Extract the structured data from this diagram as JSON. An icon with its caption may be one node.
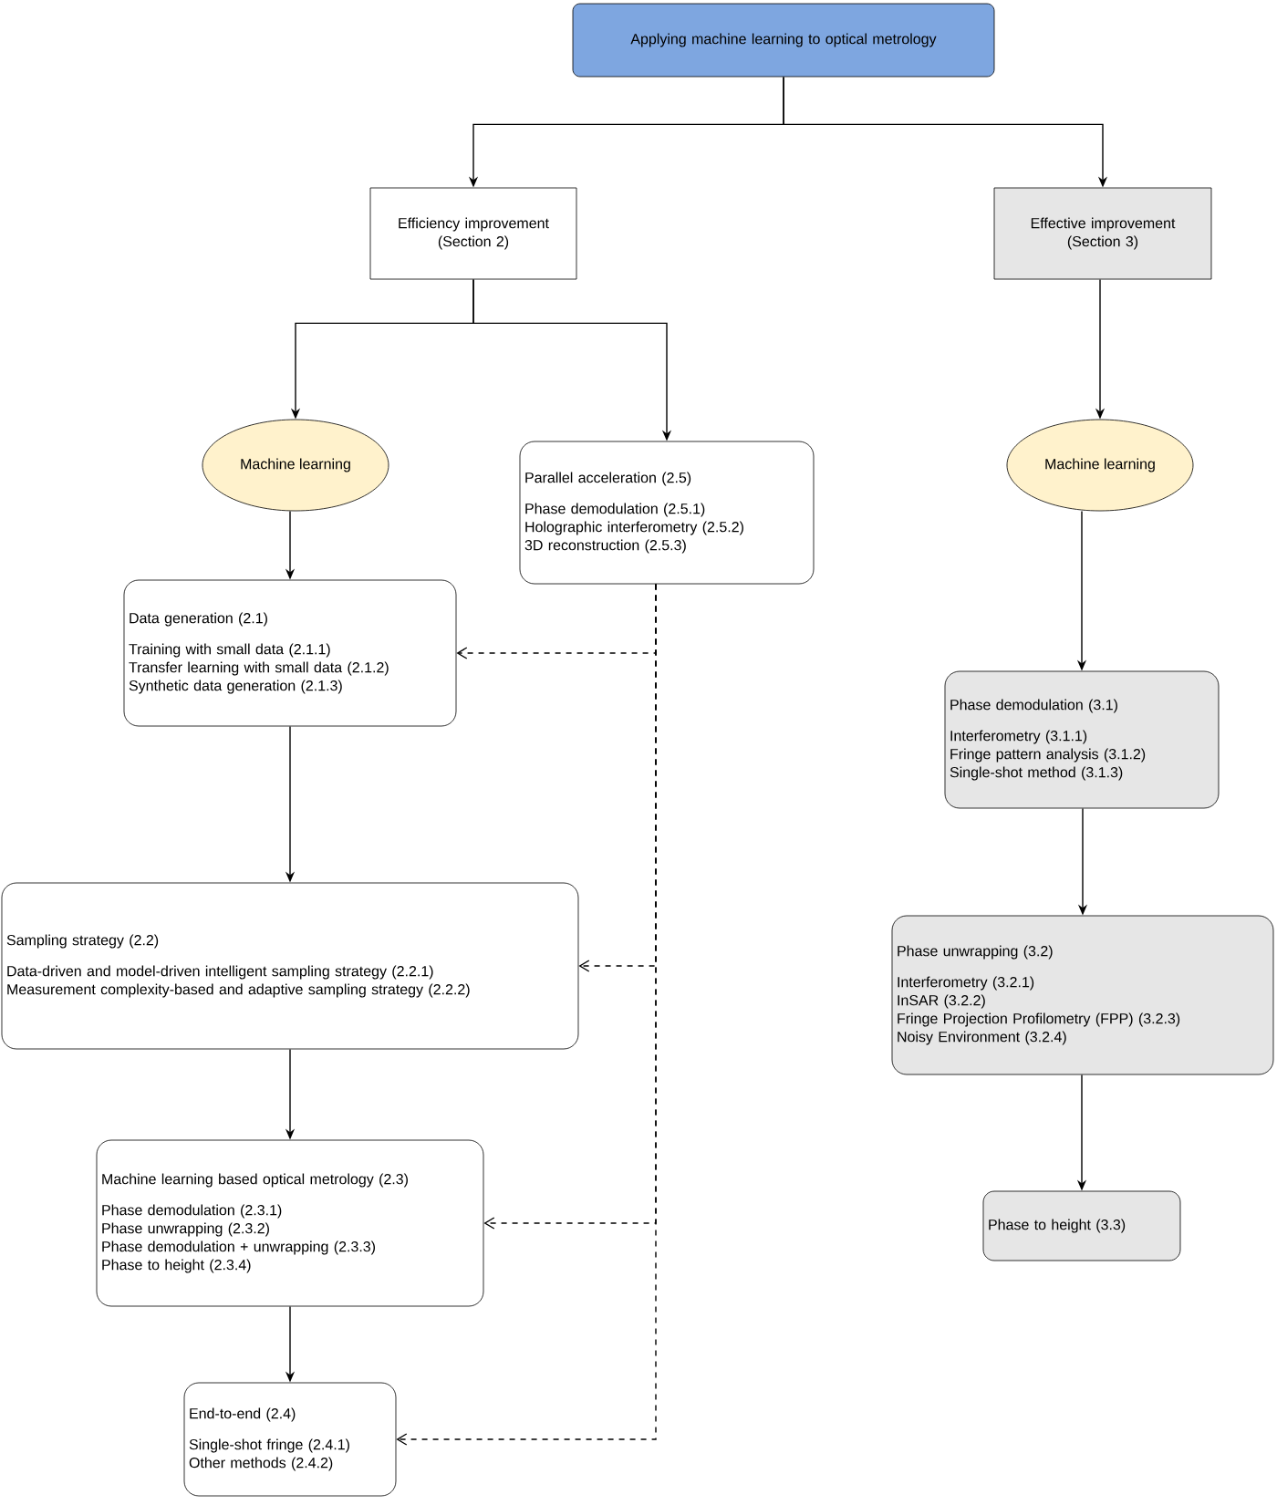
{
  "diagram": {
    "nodes": [
      {
        "text": [
          "Applying machine learning to optical metrology"
        ]
      },
      {
        "text": [
          "Efficiency improvement (Section 2)"
        ]
      },
      {
        "text": [
          "Effective improvement (Section 3)"
        ]
      },
      {
        "text": [
          "Machine learning"
        ]
      },
      {
        "text": [
          "Parallel acceleration (2.5)",
          "Phase demodulation (2.5.1)",
          "Holographic interferometry (2.5.2)",
          "3D reconstruction (2.5.3)"
        ]
      },
      {
        "text": [
          "Machine learning"
        ]
      },
      {
        "text": [
          "Data generation (2.1)",
          "Training with small data (2.1.1)",
          "Transfer learning with small data (2.1.2)",
          "Synthetic data generation (2.1.3)"
        ]
      },
      {
        "text": [
          "Sampling strategy (2.2)",
          "Data-driven and model-driven intelligent sampling strategy (2.2.1)",
          "Measurement complexity-based and adaptive sampling strategy (2.2.2)"
        ]
      },
      {
        "text": [
          "Machine learning based optical metrology (2.3)",
          "Phase demodulation (2.3.1)",
          "Phase unwrapping (2.3.2)",
          "Phase demodulation + unwrapping  (2.3.3)",
          "Phase to height (2.3.4)"
        ]
      },
      {
        "text": [
          "End-to-end (2.4)",
          "Single-shot fringe  (2.4.1)",
          "Other methods (2.4.2)"
        ]
      },
      {
        "text": [
          "Phase demodulation (3.1)",
          "Interferometry (3.1.1)",
          "Fringe pattern analysis (3.1.2)",
          "Single-shot method (3.1.3)"
        ]
      },
      {
        "text": [
          "Phase unwrapping (3.2)",
          "Interferometry (3.2.1)",
          "InSAR (3.2.2)",
          "Fringe Projection Profilometry (FPP) (3.2.3)",
          "Noisy Environment (3.2.4)"
        ]
      },
      {
        "text": [
          "Phase to height (3.3)"
        ]
      }
    ],
    "edges": [
      {
        "from": 0,
        "to": 1,
        "arrow": "to"
      },
      {
        "from": 0,
        "to": 2,
        "arrow": "to"
      },
      {
        "from": 1,
        "to": 3,
        "arrow": "to"
      },
      {
        "from": 1,
        "to": 4,
        "arrow": "to"
      },
      {
        "from": 3,
        "to": 6,
        "arrow": "to"
      },
      {
        "from": 6,
        "to": 7,
        "arrow": "to"
      },
      {
        "from": 7,
        "to": 8,
        "arrow": "to"
      },
      {
        "from": 8,
        "to": 9,
        "arrow": "to"
      },
      {
        "from": 4,
        "to": 6,
        "arrow": "to",
        "style": "dashed"
      },
      {
        "from": 4,
        "to": 7,
        "arrow": "to",
        "style": "dashed"
      },
      {
        "from": 4,
        "to": 8,
        "arrow": "to",
        "style": "dashed"
      },
      {
        "from": 4,
        "to": 9,
        "arrow": "to",
        "style": "dashed"
      },
      {
        "from": 2,
        "to": 5,
        "arrow": "to"
      },
      {
        "from": 5,
        "to": 10,
        "arrow": "to"
      },
      {
        "from": 10,
        "to": 11,
        "arrow": "to"
      },
      {
        "from": 11,
        "to": 12,
        "arrow": "to"
      }
    ]
  }
}
